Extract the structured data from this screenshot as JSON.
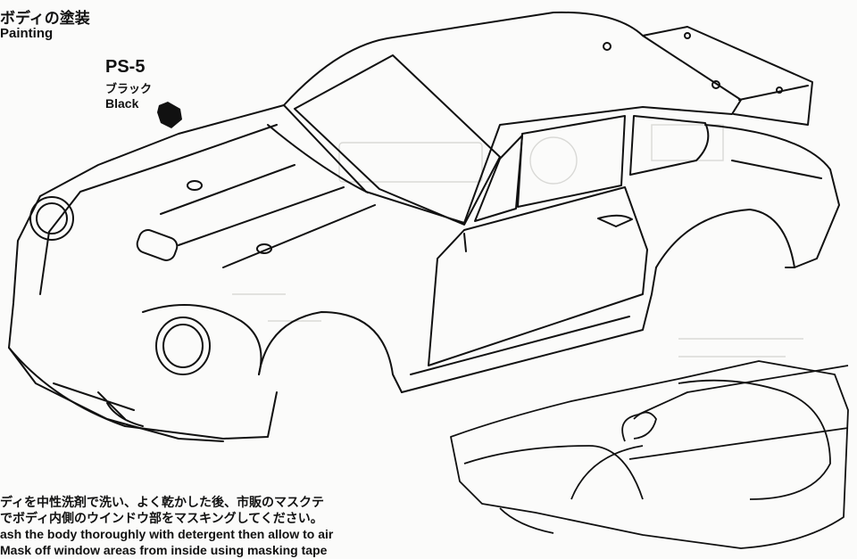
{
  "section": {
    "title_jp": "ボディの塗装",
    "title_en": "Painting"
  },
  "paint": {
    "code": "PS-5",
    "name_jp": "ブラック",
    "name_en": "Black",
    "spray_icon": "paint-spray-icon"
  },
  "instructions": {
    "jp_line1": "ディを中性洗剤で洗い、よく乾かした後、市販のマスクテ",
    "jp_line2": "でボディ内側のウインドウ部をマスキングしてください。",
    "en_line1": "ash the body thoroughly with detergent then allow to air",
    "en_line2": "Mask off window areas from inside using masking tape"
  },
  "colors": {
    "ink": "#111111",
    "paper": "#fbfbfa"
  }
}
